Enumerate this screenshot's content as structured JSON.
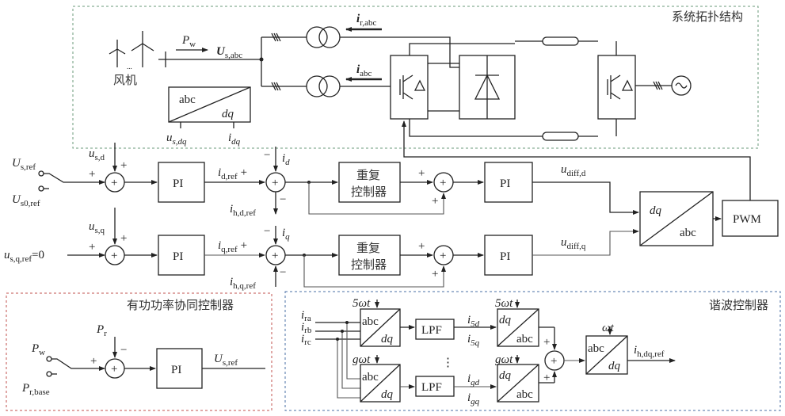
{
  "sections": {
    "topology": "系统拓扑结构",
    "active_power": "有功功率协同控制器",
    "harmonic": "谐波控制器"
  },
  "section_colors": {
    "topology": "#6a9a7a",
    "active_power": "#c0504d",
    "harmonic": "#4a6fa5"
  },
  "turbine_label": "风机",
  "turbine_dots": "...",
  "labels": {
    "Pw_top": {
      "main": "P",
      "sub": "w"
    },
    "Us_abc": {
      "main": "U",
      "sub": "s,abc"
    },
    "ir_abc": {
      "main": "i",
      "sub": "r,abc"
    },
    "i_abc": {
      "main": "i",
      "sub": "abc"
    },
    "us_dq": {
      "main": "u",
      "sub": "s,dq"
    },
    "i_dq": {
      "main": "i",
      "sub": "dq"
    },
    "Us_ref": {
      "main": "U",
      "sub": "s,ref"
    },
    "Us0_ref": {
      "main": "U",
      "sub": "s0,ref"
    },
    "us_d": {
      "main": "u",
      "sub": "s,d"
    },
    "us_q": {
      "main": "u",
      "sub": "s,q"
    },
    "usq_ref": {
      "main": "u",
      "sub": "s,q,ref",
      "suffix": "=0"
    },
    "id_ref": {
      "main": "i",
      "sub": "d,ref"
    },
    "iq_ref": {
      "main": "i",
      "sub": "q,ref"
    },
    "i_d": {
      "main": "i",
      "sub": "d"
    },
    "i_q": {
      "main": "i",
      "sub": "q"
    },
    "ih_d_ref": {
      "main": "i",
      "sub": "h,d,ref"
    },
    "ih_q_ref": {
      "main": "i",
      "sub": "h,q,ref"
    },
    "udiff_d": {
      "main": "u",
      "sub": "diff,d"
    },
    "udiff_q": {
      "main": "u",
      "sub": "diff,q"
    },
    "Pw": {
      "main": "P",
      "sub": "w"
    },
    "Pr": {
      "main": "P",
      "sub": "r"
    },
    "Pr_base": {
      "main": "P",
      "sub": "r,base"
    },
    "Us_ref_out": {
      "main": "U",
      "sub": "s,ref"
    },
    "ira": {
      "main": "i",
      "sub": "ra"
    },
    "irb": {
      "main": "i",
      "sub": "rb"
    },
    "irc": {
      "main": "i",
      "sub": "rc"
    },
    "i5d": {
      "main": "i",
      "sub": "5d"
    },
    "i5q": {
      "main": "i",
      "sub": "5q"
    },
    "igd": {
      "main": "i",
      "sub": "gd"
    },
    "igq": {
      "main": "i",
      "sub": "gq"
    },
    "ih_dq_ref": {
      "main": "i",
      "sub": "h,dq,ref"
    }
  },
  "angles": {
    "five": "5ωt",
    "g": "gωt",
    "one": "ωt"
  },
  "blocks": {
    "pi": "PI",
    "pwm": "PWM",
    "lpf": "LPF",
    "rep_line1": "重复",
    "rep_line2": "控制器",
    "abc": "abc",
    "dq": "dq"
  },
  "signs": {
    "plus": "+",
    "minus": "−",
    "sum": "+",
    "vdots": "⋮"
  }
}
